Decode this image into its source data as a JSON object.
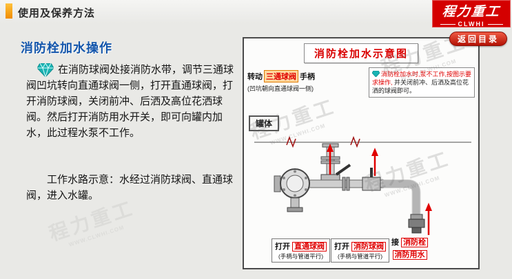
{
  "header": {
    "section_title": "使用及保养方法",
    "page_title": "消防栓加水操作"
  },
  "logo": {
    "name": "程力重工",
    "sub": "CLWHI"
  },
  "nav": {
    "back_button": "返回目录"
  },
  "body": {
    "paragraph1": "在消防球阀处接消防水带，调节三通球阀凹坑转向直通球阀一侧，打开直通球阀，打开消防球阀，关闭前冲、后洒及高位花洒球阀。然后打开消防用水开关，即可向罐内加水，此过程水泵不工作。",
    "paragraph2": "工作水路示意：水经过消防球阀、直通球阀，进入水罐。"
  },
  "diagram": {
    "title": "消防栓加水示意图",
    "rotate_note": {
      "action": "转动",
      "valve": "三通球阀",
      "suffix": "手柄",
      "detail": "(凹坑朝向直通球阀一侧)"
    },
    "note": {
      "red": "消防栓加水时,泵不工作,按图示要求操作,",
      "black": "并关闭前冲、后洒及高位花洒的球阀即可。"
    },
    "tank_label": "罐体",
    "labels": {
      "open_straight": {
        "action": "打开",
        "valve": "直通球阀",
        "note": "(手柄与管道平行)"
      },
      "open_fire": {
        "action": "打开",
        "valve": "消防球阀",
        "note": "(手柄与管道平行)"
      },
      "connect": {
        "action": "接",
        "target": "消防栓",
        "note": "消防用水"
      }
    }
  },
  "watermark": {
    "text": "程力重工",
    "sub": "WWW.CLWHI.COM"
  }
}
